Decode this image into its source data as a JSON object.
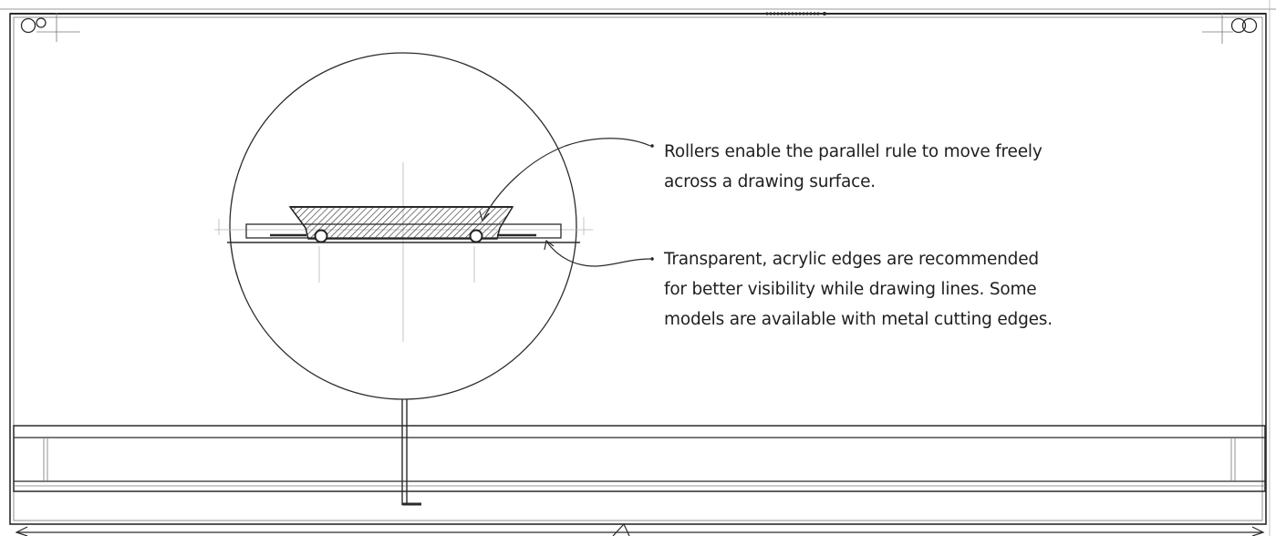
{
  "callouts": {
    "rollers": {
      "lines": [
        "Rollers enable the parallel rule to move freely",
        "across a drawing surface."
      ]
    },
    "edges": {
      "lines": [
        "Transparent, acrylic edges are recommended",
        "for better visibility while drawing lines. Some",
        "models are available with metal cutting edges."
      ]
    }
  },
  "colors": {
    "ink": "#2a2a2a",
    "paper": "#ffffff"
  }
}
